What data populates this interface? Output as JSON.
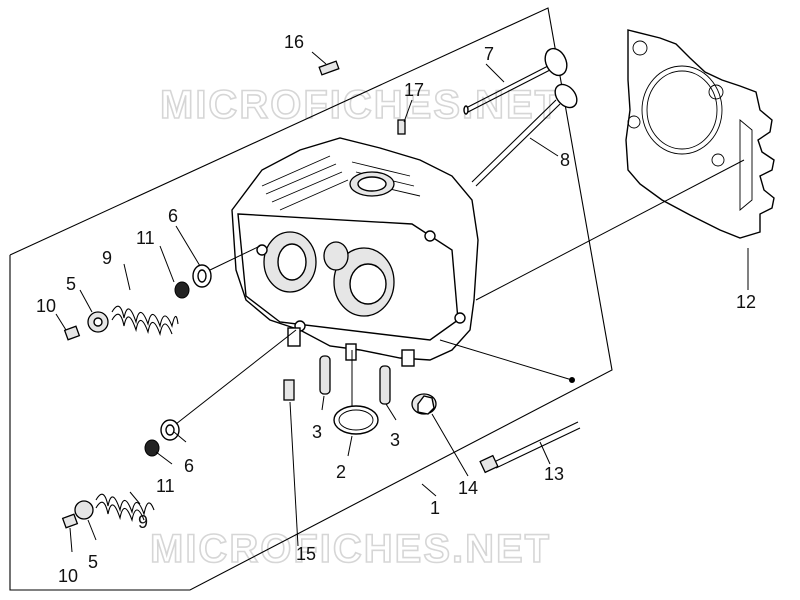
{
  "watermarks": [
    "MICROFICHES.NET",
    "MICROFICHES.NET"
  ],
  "callouts": {
    "c1": "1",
    "c2": "2",
    "c3a": "3",
    "c3b": "3",
    "c5a": "5",
    "c5b": "5",
    "c6a": "6",
    "c6b": "6",
    "c7": "7",
    "c8": "8",
    "c9a": "9",
    "c9b": "9",
    "c10a": "10",
    "c10b": "10",
    "c11a": "11",
    "c11b": "11",
    "c12": "12",
    "c13": "13",
    "c14": "14",
    "c15": "15",
    "c16": "16",
    "c17": "17"
  },
  "colors": {
    "ink": "#000000",
    "watermark": "#d6d6d6",
    "background": "#ffffff"
  }
}
